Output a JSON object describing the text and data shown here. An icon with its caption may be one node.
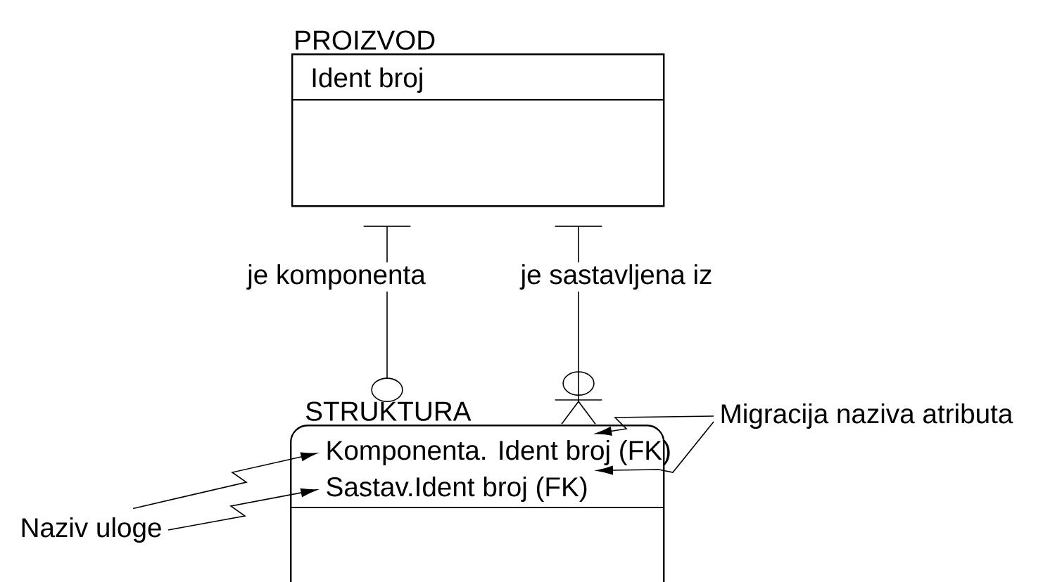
{
  "diagram": {
    "nodes": [
      {
        "text": [
          "PROIZVOD",
          "Ident broj"
        ]
      },
      {
        "text": [
          "STRUKTURA"
        ]
      },
      {
        "text": [
          "Komponenta. Ident broj (FK)"
        ],
        "in": 1
      },
      {
        "text": [
          "Sastav.Ident broj (FK)"
        ],
        "in": 1
      },
      {
        "text": [
          "Naziv uloge"
        ]
      },
      {
        "text": [
          "Migracija naziva atributa"
        ]
      }
    ],
    "edges": [
      {
        "from": 0,
        "to": 1,
        "arrow": "other",
        "label": "je komponenta"
      },
      {
        "from": 0,
        "to": 1,
        "arrow": "other",
        "label": "je sastavljena iz"
      },
      {
        "from": 4,
        "to": 2,
        "arrow": "to"
      },
      {
        "from": 4,
        "to": 3,
        "arrow": "to"
      },
      {
        "from": 5,
        "to": 2,
        "arrow": "to"
      },
      {
        "from": 5,
        "to": 3,
        "arrow": "to"
      }
    ]
  }
}
